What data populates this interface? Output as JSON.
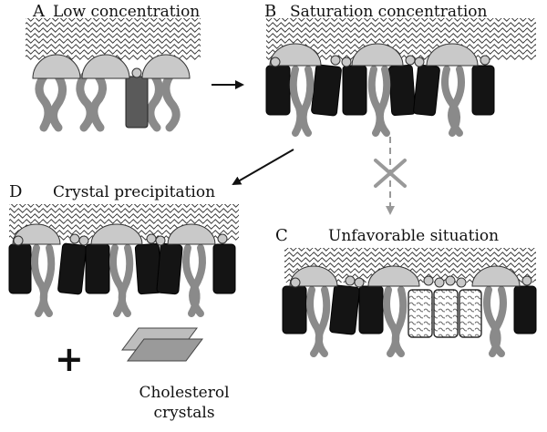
{
  "panels": {
    "a": {
      "letter": "A",
      "title": "Low concentration"
    },
    "b": {
      "letter": "B",
      "title": "Saturation concentration"
    },
    "c": {
      "letter": "C",
      "title": "Unfavorable situation"
    },
    "d": {
      "letter": "D",
      "title": "Crystal precipitation"
    }
  },
  "plus_sign": "+",
  "crystals_label": {
    "line1": "Cholesterol",
    "line2": "crystals"
  },
  "colors": {
    "wave": "#333333",
    "head": "#c9c9c9",
    "tail": "#8a8a8a",
    "cholesterol_a": "#5a5a5a",
    "cholesterol": "#141414",
    "arrow_blocked": "#999999",
    "crystal": "#9a9a9a"
  }
}
